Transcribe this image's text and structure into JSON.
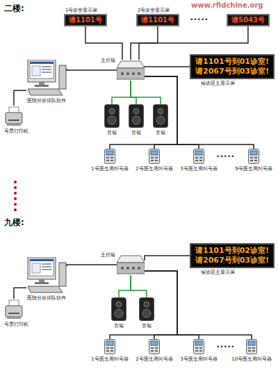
{
  "diagram": {
    "nodes": [
      {
        "text": [
          "1号诊室显示屏",
          "请1101号"
        ]
      },
      {
        "text": [
          "2号诊室显示屏",
          "请1101号"
        ]
      },
      {
        "text": [
          "请5043号"
        ]
      },
      {
        "text": [
          "医院分诊排队软件"
        ]
      },
      {
        "text": [
          "主控箱"
        ]
      },
      {
        "text": [
          "请1101号到01诊室!",
          "请2067号到03诊室!",
          "候诊区主显示屏"
        ]
      },
      {
        "text": [
          "号票打印机"
        ]
      },
      {
        "text": [
          "音箱"
        ]
      },
      {
        "text": [
          "音箱"
        ]
      },
      {
        "text": [
          "音箱"
        ]
      },
      {
        "text": [
          "1号医生用叫号器"
        ]
      },
      {
        "text": [
          "2号医生用叫号器"
        ]
      },
      {
        "text": [
          "3号医生用叫号器"
        ]
      },
      {
        "text": [
          "9号医生用叫号器"
        ]
      },
      {
        "text": [
          "医院分诊排队软件"
        ]
      },
      {
        "text": [
          "主控箱"
        ]
      },
      {
        "text": [
          "请1101号到02诊室!",
          "请2067号到03诊室!",
          "候诊区主显示屏"
        ]
      },
      {
        "text": [
          "号票打印机"
        ]
      },
      {
        "text": [
          "音箱"
        ]
      },
      {
        "text": [
          "音箱"
        ]
      },
      {
        "text": [
          "1号医生用叫号器"
        ]
      },
      {
        "text": [
          "2号医生用叫号器"
        ]
      },
      {
        "text": [
          "3号医生用叫号器"
        ]
      },
      {
        "text": [
          "10号医生用叫号器"
        ]
      }
    ],
    "edges": [
      {
        "from": 4,
        "to": 0,
        "arrow": "none"
      },
      {
        "from": 4,
        "to": 1,
        "arrow": "none"
      },
      {
        "from": 4,
        "to": 2,
        "arrow": "none"
      },
      {
        "from": 3,
        "to": 4,
        "arrow": "none"
      },
      {
        "from": 3,
        "to": 6,
        "arrow": "none"
      },
      {
        "from": 4,
        "to": 5,
        "arrow": "none"
      },
      {
        "from": 4,
        "to": 7,
        "arrow": "none"
      },
      {
        "from": 4,
        "to": 8,
        "arrow": "none"
      },
      {
        "from": 4,
        "to": 9,
        "arrow": "none"
      },
      {
        "from": 4,
        "to": 10,
        "arrow": "none"
      },
      {
        "from": 4,
        "to": 11,
        "arrow": "none"
      },
      {
        "from": 4,
        "to": 12,
        "arrow": "none"
      },
      {
        "from": 4,
        "to": 13,
        "arrow": "none"
      },
      {
        "from": 14,
        "to": 15,
        "arrow": "none"
      },
      {
        "from": 14,
        "to": 17,
        "arrow": "none"
      },
      {
        "from": 15,
        "to": 16,
        "arrow": "none"
      },
      {
        "from": 15,
        "to": 18,
        "arrow": "none"
      },
      {
        "from": 15,
        "to": 19,
        "arrow": "none"
      },
      {
        "from": 15,
        "to": 20,
        "arrow": "none"
      },
      {
        "from": 15,
        "to": 21,
        "arrow": "none"
      },
      {
        "from": 15,
        "to": 22,
        "arrow": "none"
      },
      {
        "from": 15,
        "to": 23,
        "arrow": "none"
      }
    ],
    "labels": [
      "二楼:",
      "www.rfidchine.org",
      "•••••",
      "•••••",
      "九楼:",
      "•••••"
    ]
  }
}
